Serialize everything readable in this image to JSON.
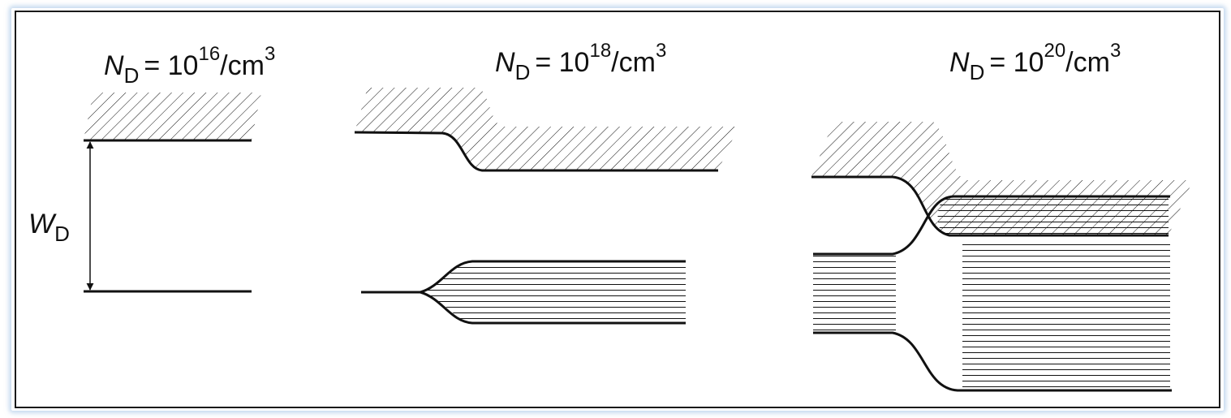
{
  "panels": [
    {
      "label_symbol": "N",
      "label_subscript": "D",
      "label_eq": "= 10",
      "label_exponent": "16",
      "label_unit": "/cm",
      "label_unit_exponent": "3"
    },
    {
      "label_symbol": "N",
      "label_subscript": "D",
      "label_eq": "= 10",
      "label_exponent": "18",
      "label_unit": "/cm",
      "label_unit_exponent": "3"
    },
    {
      "label_symbol": "N",
      "label_subscript": "D",
      "label_eq": "= 10",
      "label_exponent": "20",
      "label_unit": "/cm",
      "label_unit_exponent": "3"
    }
  ],
  "width_label": {
    "symbol": "W",
    "subscript": "D"
  },
  "colors": {
    "line": "#111111",
    "frame": "#1a1a1a",
    "glow": "#96b9e1",
    "background": "#ffffff"
  }
}
